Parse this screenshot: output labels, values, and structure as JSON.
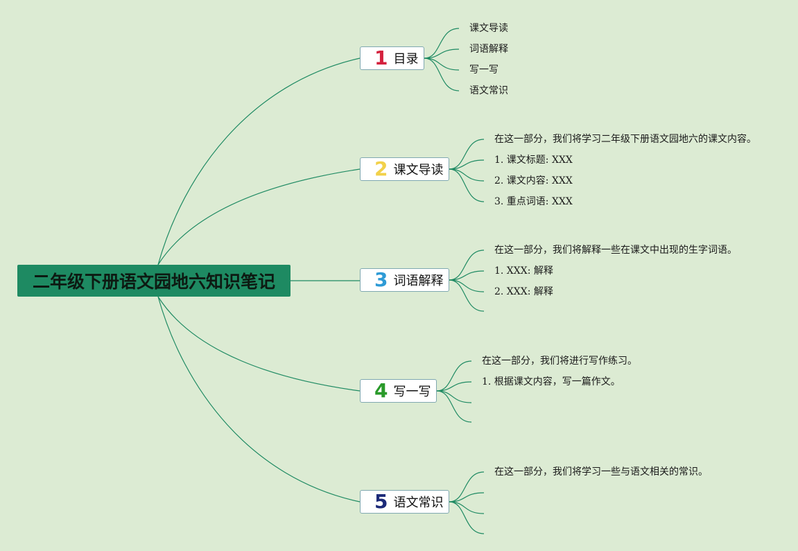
{
  "root": {
    "title": "二年级下册语文园地六知识笔记"
  },
  "colors": {
    "background": "#dcebd3",
    "root_fill": "#1e8a62",
    "line": "#1e8a62"
  },
  "branches": [
    {
      "num": "1",
      "num_color": "#d4213d",
      "label": "目录",
      "children": [
        "课文导读",
        "词语解释",
        "写一写",
        "语文常识"
      ]
    },
    {
      "num": "2",
      "num_color": "#f2d14a",
      "label": "课文导读",
      "children": [
        "在这一部分，我们将学习二年级下册语文园地六的课文内容。",
        "1. 课文标题: XXX",
        "2. 课文内容: XXX",
        "3. 重点词语: XXX"
      ]
    },
    {
      "num": "3",
      "num_color": "#2f9bd6",
      "label": "词语解释",
      "children": [
        "在这一部分，我们将解释一些在课文中出现的生字词语。",
        "1. XXX: 解释",
        "2. XXX: 解释",
        ""
      ]
    },
    {
      "num": "4",
      "num_color": "#2a9a2a",
      "label": "写一写",
      "children": [
        "在这一部分，我们将进行写作练习。",
        "1. 根据课文内容，写一篇作文。",
        "",
        ""
      ]
    },
    {
      "num": "5",
      "num_color": "#1c2a78",
      "label": "语文常识",
      "children": [
        "在这一部分，我们将学习一些与语文相关的常识。",
        "",
        "",
        ""
      ]
    }
  ]
}
